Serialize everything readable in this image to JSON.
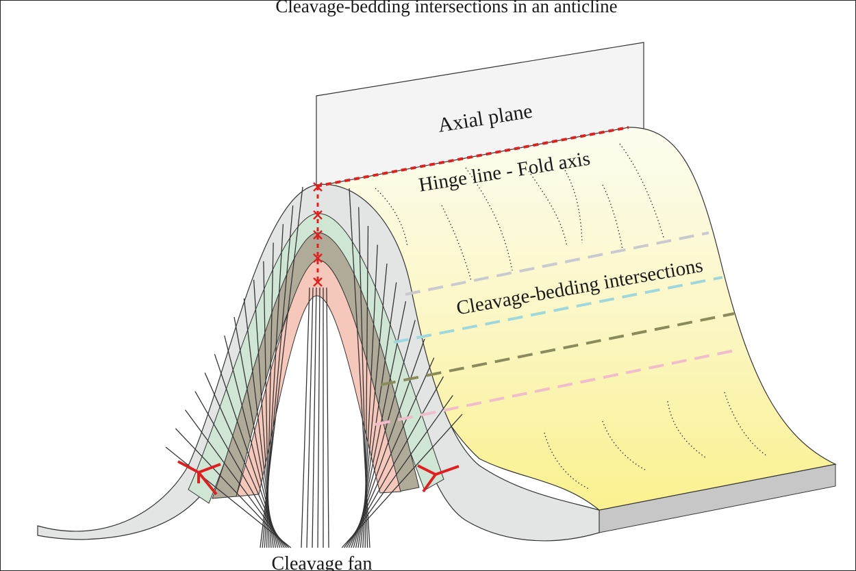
{
  "diagram": {
    "title": "Cleavage-bedding intersections in an anticline",
    "labels": {
      "axial_plane": "Axial plane",
      "hinge_line": "Hinge line - Fold axis",
      "intersections": "Cleavage-bedding intersections",
      "cleavage_fan": "Cleavage fan"
    },
    "colors": {
      "outer_layer": "#e3e4e4",
      "green_layer": "#cfe6d4",
      "olive_layer": "#b0aa98",
      "pink_layer": "#f6c8bb",
      "top_surface_light": "#fdfdf0",
      "top_surface_yellow": "#fbf193",
      "block_side": "#c7c7c7",
      "hinge_marker": "#e02020",
      "cleavage": "#333333",
      "intersection_grey": "#c9c9cf",
      "intersection_cyan": "#9ed8dc",
      "intersection_olive": "#8a8a5a",
      "intersection_pink": "#f1bccb"
    }
  }
}
